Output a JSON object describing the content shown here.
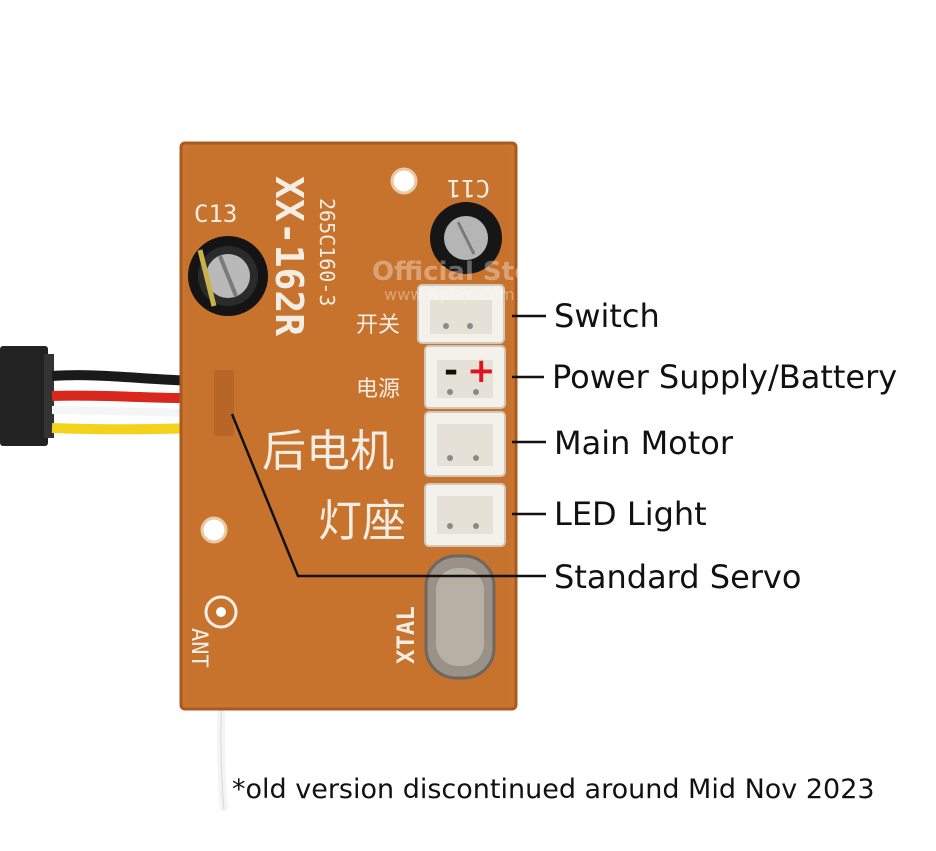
{
  "board": {
    "model": "XX-162R",
    "part_code": "265C160-3",
    "cap_left_label": "C13",
    "cap_right_label": "C11",
    "antenna_label": "ANT",
    "crystal_label": "XTAL",
    "silk_switch": "开关",
    "silk_power": "电源",
    "silk_motor": "后电机",
    "silk_light": "灯座",
    "polarity_minus": "-",
    "polarity_plus": "+",
    "watermark_line1": "Official Store",
    "watermark_line2": "www.wpl-rc.com"
  },
  "callouts": {
    "switch": "Switch",
    "power": "Power Supply/Battery",
    "motor": "Main Motor",
    "light": "LED Light",
    "servo": "Standard Servo"
  },
  "footnote": "*old version discontinued around Mid Nov 2023",
  "colors": {
    "pcb": "#c9752f",
    "pcb_edge": "#a85a1f",
    "silkscreen": "#f3ede3",
    "wire_black": "#1a1a1a",
    "wire_red": "#d8281e",
    "wire_yellow": "#f2d21a",
    "polarity_plus": "#e0141e"
  }
}
